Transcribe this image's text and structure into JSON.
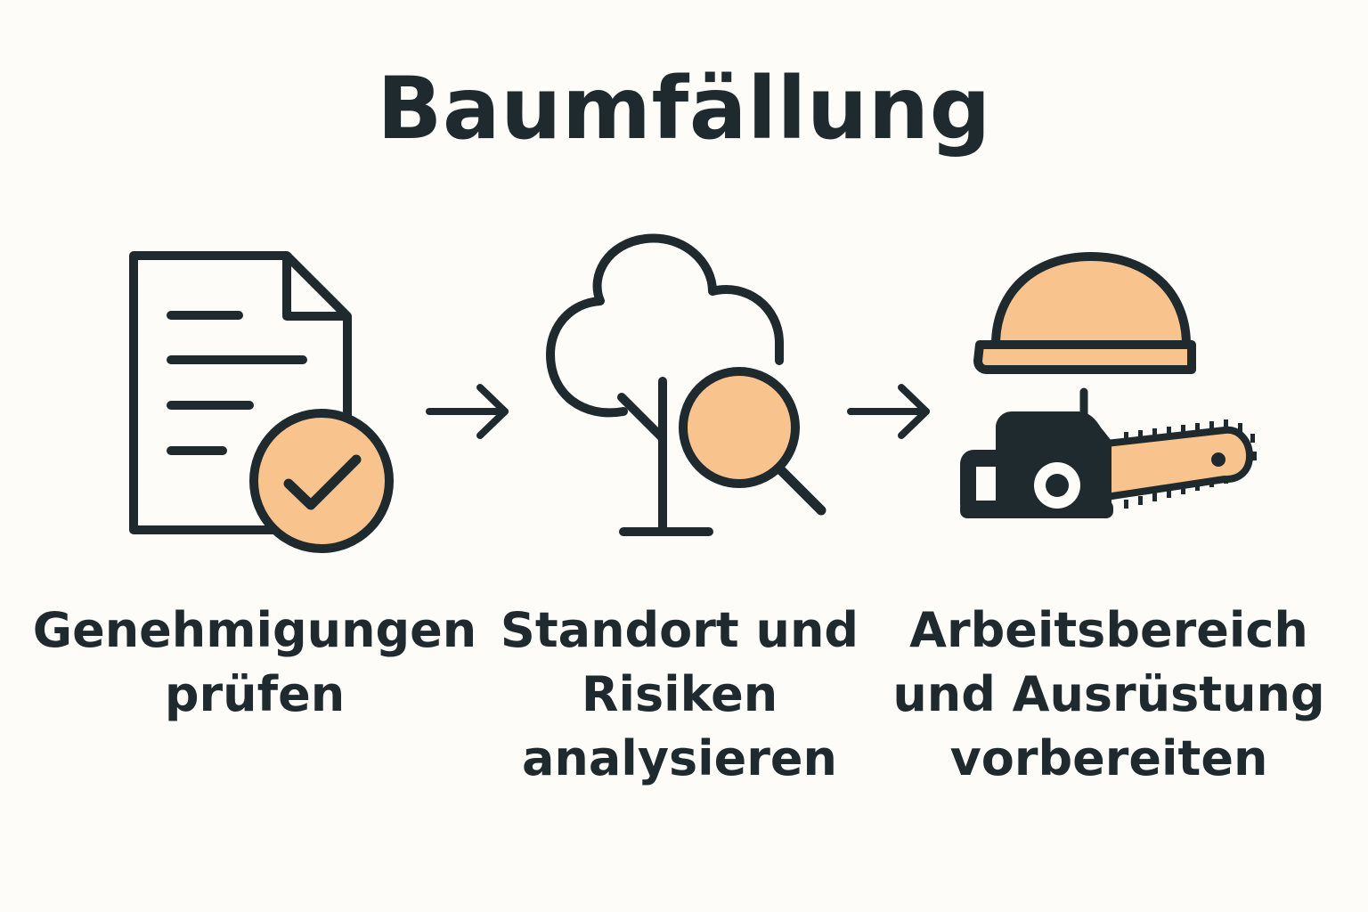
{
  "diagram": {
    "title": "Baumfällung",
    "steps": [
      {
        "icon": "document-check-icon",
        "line1": "Genehmigungen",
        "line2": "prüfen",
        "line3": ""
      },
      {
        "icon": "tree-magnifier-icon",
        "line1": "Standort und",
        "line2": "Risiken",
        "line3": "analysieren"
      },
      {
        "icon": "helmet-chainsaw-icon",
        "line1": "Arbeitsbereich",
        "line2": "und Ausrüstung",
        "line3": "vorbereiten"
      }
    ],
    "colors": {
      "ink": "#1f2a2e",
      "accent": "#f9c38d",
      "background": "#fdfcf9"
    }
  }
}
